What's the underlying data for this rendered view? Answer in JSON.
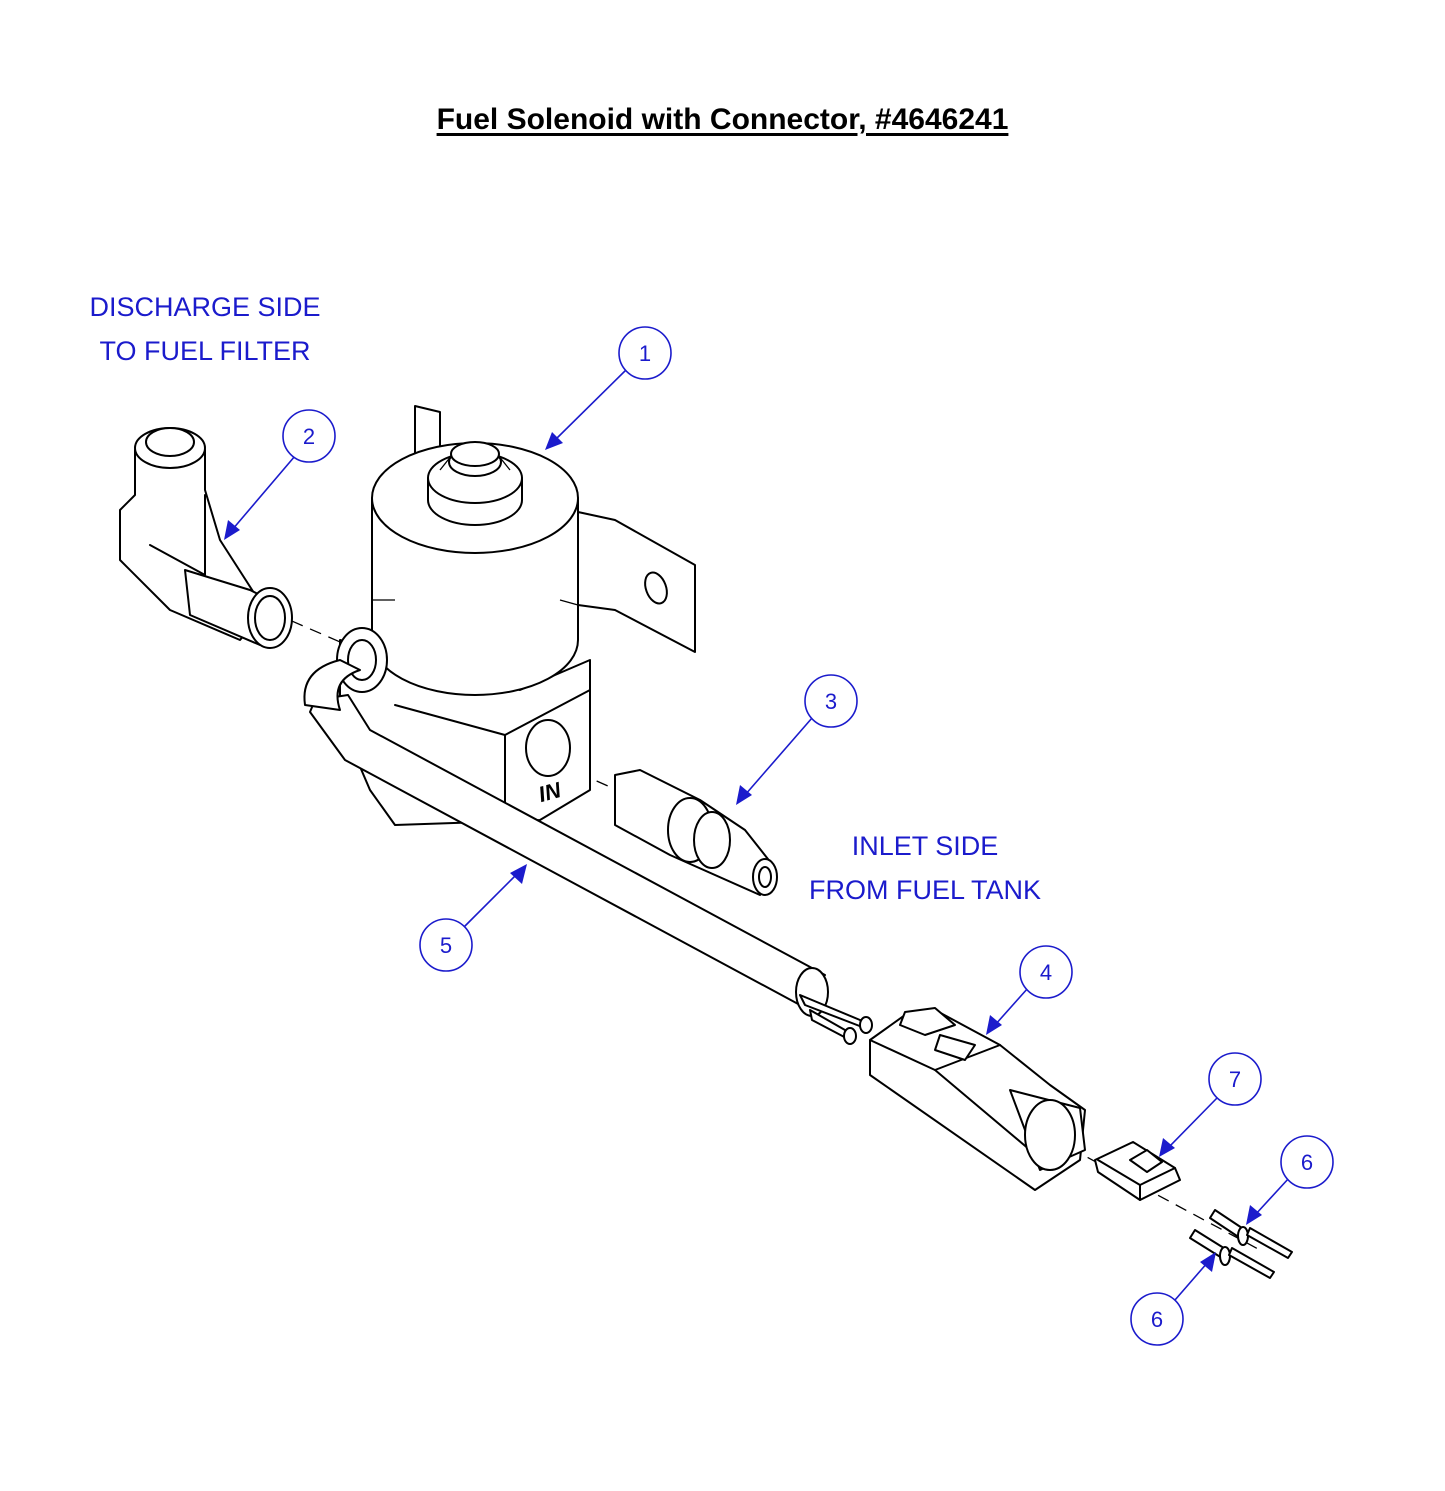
{
  "title": "Fuel Solenoid with Connector, #4646241",
  "notes": {
    "discharge": [
      "DISCHARGE SIDE",
      "TO FUEL FILTER"
    ],
    "inlet": [
      "INLET SIDE",
      "FROM FUEL TANK"
    ]
  },
  "body_marking": "IN",
  "callouts": [
    "1",
    "2",
    "3",
    "4",
    "5",
    "6",
    "6",
    "7"
  ],
  "colors": {
    "callout": "#1b1bcc",
    "line": "#000000"
  }
}
